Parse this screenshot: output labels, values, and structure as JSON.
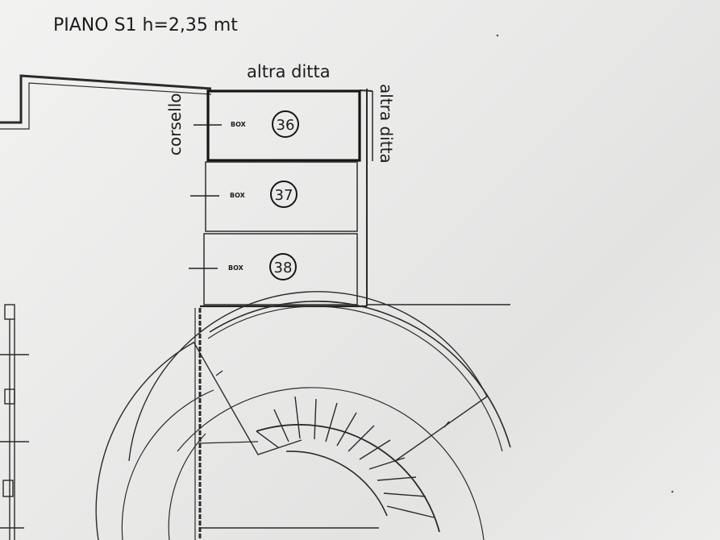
{
  "header": {
    "title": "PIANO S1 h=2,35 mt"
  },
  "labels": {
    "top_neighbor": "altra ditta",
    "right_neighbor": "altra ditta",
    "corridor": "corsello"
  },
  "boxes": [
    {
      "label": "BOX",
      "number": "36"
    },
    {
      "label": "BOX",
      "number": "37"
    },
    {
      "label": "BOX",
      "number": "38"
    }
  ],
  "colors": {
    "ink": "#1c1c1c",
    "paper": "#ebebea",
    "line_gray": "#5a5a5a"
  }
}
